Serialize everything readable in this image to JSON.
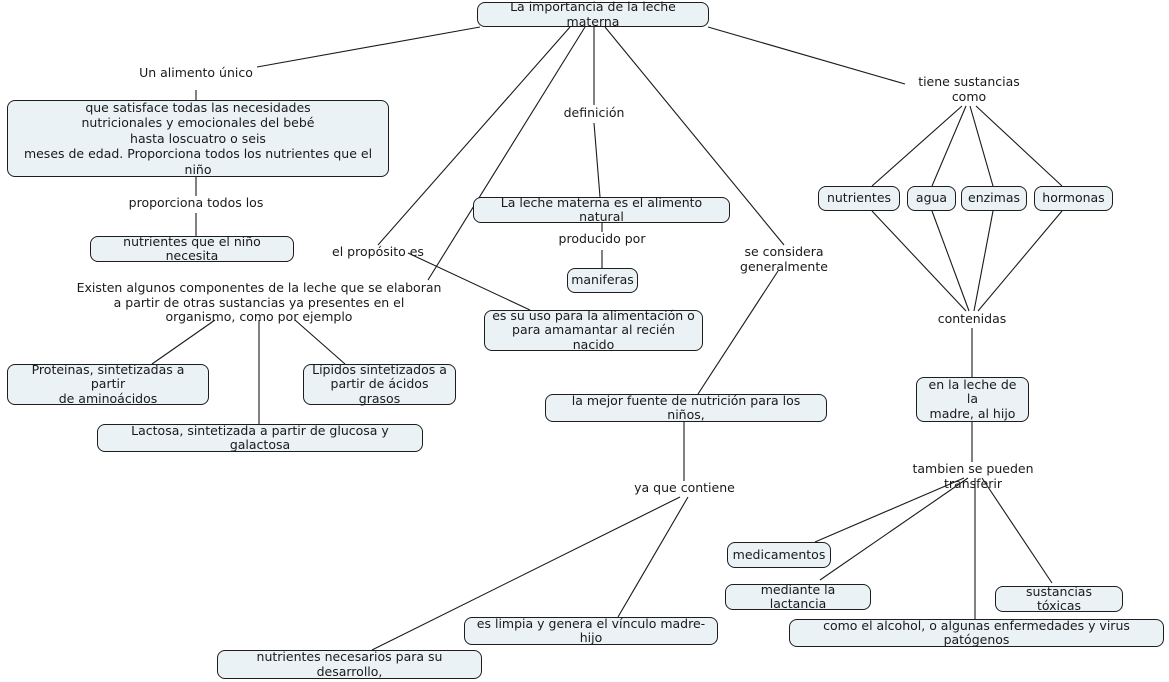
{
  "document": {
    "type": "concept-map",
    "title": "La importancia de la leche materna",
    "language": "es",
    "background_color": "#ffffff",
    "node_fill_color": "#eaf2f5",
    "node_border_color": "#1d1d1d",
    "edge_color": "#1a1a1a",
    "text_color": "#1a1a1a"
  },
  "nodes": {
    "root": "La importancia de la leche materna",
    "alimento_unico_detail": "que satisface todas las necesidades\nnutricionales y emocionales del bebé\nhasta loscuatro o seis\nmeses de edad. Proporciona todos los nutrientes que el niño",
    "nutrientes_nino": "nutrientes que el niño necesita",
    "proteinas": "Proteínas, sintetizadas a partir\nde aminoácidos",
    "lipidos": "Lípidos sintetizados a\npartir de ácidos grasos",
    "lactosa": "Lactosa, sintetizada a partir de glucosa y galactosa",
    "alimento_natural": "La leche materna es el alimento natural",
    "maniferas": "maniferas",
    "proposito": "es su uso para la alimentación o\npara amamantar al recién nacido",
    "mejor_fuente": "la mejor fuente de nutrición para los niños,",
    "es_limpia": "es limpia y genera el vínculo madre-hijo",
    "nutrientes_desarrollo": "nutrientes necesarios para su desarrollo,",
    "nutrientes_sust": "nutrientes",
    "agua": "agua",
    "enzimas": "enzimas",
    "hormonas": "hormonas",
    "leche_madre_hijo": "en la leche de la\nmadre, al hijo",
    "medicamentos": "medicamentos",
    "mediante_lactancia": "mediante la lactancia",
    "sustancias_toxicas": "sustancias tóxicas",
    "como_alcohol": "como el alcohol, o algunas enfermedades y virus patógenos"
  },
  "link_labels": {
    "un_alimento_unico": "Un alimento único",
    "proporciona_todos_los": "proporciona todos los",
    "componentes": "Existen algunos componentes de la leche que se elaboran\na partir de otras sustancias ya presentes en el\norganismo, como por ejemplo",
    "definicion": "definición",
    "producido_por": "producido por",
    "el_proposito_es": "el propósito es",
    "se_considera_generalmente": "se considera\ngeneralmente",
    "ya_que_contiene": "ya que contiene",
    "tiene_sustancias_como": "tiene sustancias\ncomo",
    "contenidas": "contenidas",
    "tambien_se_pueden_transferir": "tambien se pueden transferir"
  },
  "edges": [
    {
      "from": "root",
      "to": "un_alimento_unico"
    },
    {
      "from": "root",
      "to": "el_proposito_es"
    },
    {
      "from": "root",
      "to": "componentes"
    },
    {
      "from": "root",
      "to": "definicion"
    },
    {
      "from": "root",
      "to": "se_considera_generalmente"
    },
    {
      "from": "root",
      "to": "tiene_sustancias_como"
    },
    {
      "from": "un_alimento_unico",
      "to": "alimento_unico_detail"
    },
    {
      "from": "alimento_unico_detail",
      "to": "proporciona_todos_los"
    },
    {
      "from": "proporciona_todos_los",
      "to": "nutrientes_nino"
    },
    {
      "from": "componentes",
      "to": "proteinas"
    },
    {
      "from": "componentes",
      "to": "lactosa"
    },
    {
      "from": "componentes",
      "to": "lipidos"
    },
    {
      "from": "definicion",
      "to": "alimento_natural"
    },
    {
      "from": "alimento_natural",
      "to": "producido_por"
    },
    {
      "from": "producido_por",
      "to": "maniferas"
    },
    {
      "from": "el_proposito_es",
      "to": "proposito"
    },
    {
      "from": "se_considera_generalmente",
      "to": "mejor_fuente"
    },
    {
      "from": "mejor_fuente",
      "to": "ya_que_contiene"
    },
    {
      "from": "ya_que_contiene",
      "to": "nutrientes_desarrollo"
    },
    {
      "from": "ya_que_contiene",
      "to": "es_limpia"
    },
    {
      "from": "tiene_sustancias_como",
      "to": "nutrientes_sust"
    },
    {
      "from": "tiene_sustancias_como",
      "to": "agua"
    },
    {
      "from": "tiene_sustancias_como",
      "to": "enzimas"
    },
    {
      "from": "tiene_sustancias_como",
      "to": "hormonas"
    },
    {
      "from": "nutrientes_sust",
      "to": "contenidas"
    },
    {
      "from": "agua",
      "to": "contenidas"
    },
    {
      "from": "enzimas",
      "to": "contenidas"
    },
    {
      "from": "hormonas",
      "to": "contenidas"
    },
    {
      "from": "contenidas",
      "to": "leche_madre_hijo"
    },
    {
      "from": "leche_madre_hijo",
      "to": "tambien_se_pueden_transferir"
    },
    {
      "from": "tambien_se_pueden_transferir",
      "to": "medicamentos"
    },
    {
      "from": "tambien_se_pueden_transferir",
      "to": "mediante_lactancia"
    },
    {
      "from": "tambien_se_pueden_transferir",
      "to": "como_alcohol"
    },
    {
      "from": "tambien_se_pueden_transferir",
      "to": "sustancias_toxicas"
    }
  ]
}
